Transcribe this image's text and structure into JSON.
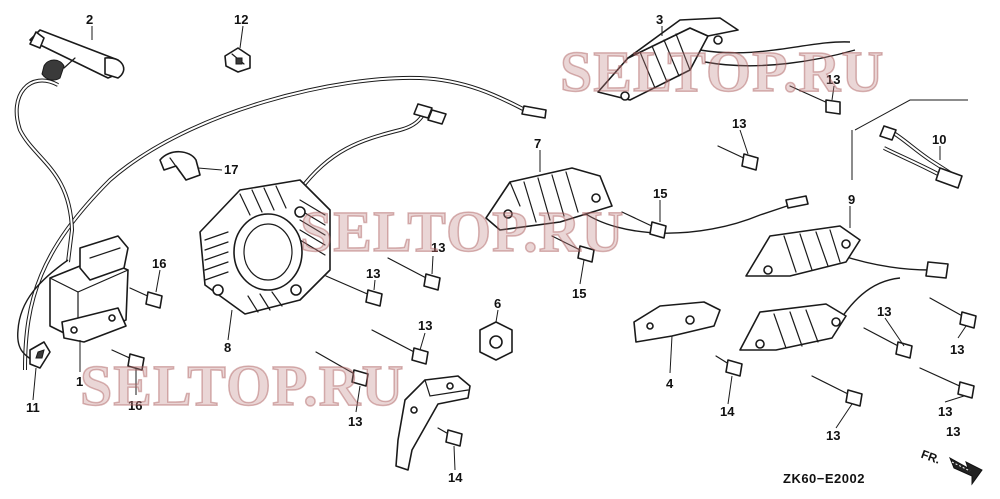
{
  "watermark": {
    "text_1": "SELTOP.RU",
    "text_2": "SELTOP.RU",
    "text_3": "SELTOP.RU",
    "color": "#c08080"
  },
  "diagram_code": "ZK60−E2002",
  "direction_label": "FR.",
  "callouts": [
    "2",
    "12",
    "3",
    "13",
    "13",
    "10",
    "17",
    "7",
    "15",
    "13",
    "9",
    "16",
    "13",
    "15",
    "13",
    "6",
    "13",
    "13",
    "4",
    "1",
    "8",
    "11",
    "16",
    "13",
    "14",
    "13",
    "13",
    "13",
    "14"
  ]
}
